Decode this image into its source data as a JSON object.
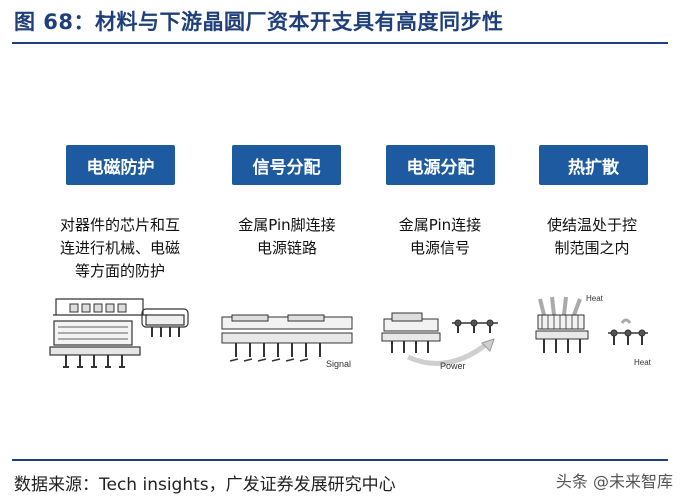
{
  "figure": {
    "title": "图 68：材料与下游晶圆厂资本开支具有高度同步性"
  },
  "columns": [
    {
      "label": "电磁防护",
      "desc": [
        "对器件的芯片和互",
        "连进行机械、电磁",
        "等方面的防护"
      ]
    },
    {
      "label": "信号分配",
      "desc": [
        "金属Pin脚连接",
        "电源链路"
      ],
      "illus_label": "Signal"
    },
    {
      "label": "电源分配",
      "desc": [
        "金属Pin连接",
        "电源信号"
      ],
      "illus_label": "Power"
    },
    {
      "label": "热扩散",
      "desc": [
        "使结温处于控",
        "制范围之内"
      ],
      "illus_labels": [
        "Heat",
        "Heat"
      ]
    }
  ],
  "footer": {
    "source": "数据来源：Tech insights，广发证券发展研究中心",
    "watermark": "头条 @未来智库"
  }
}
